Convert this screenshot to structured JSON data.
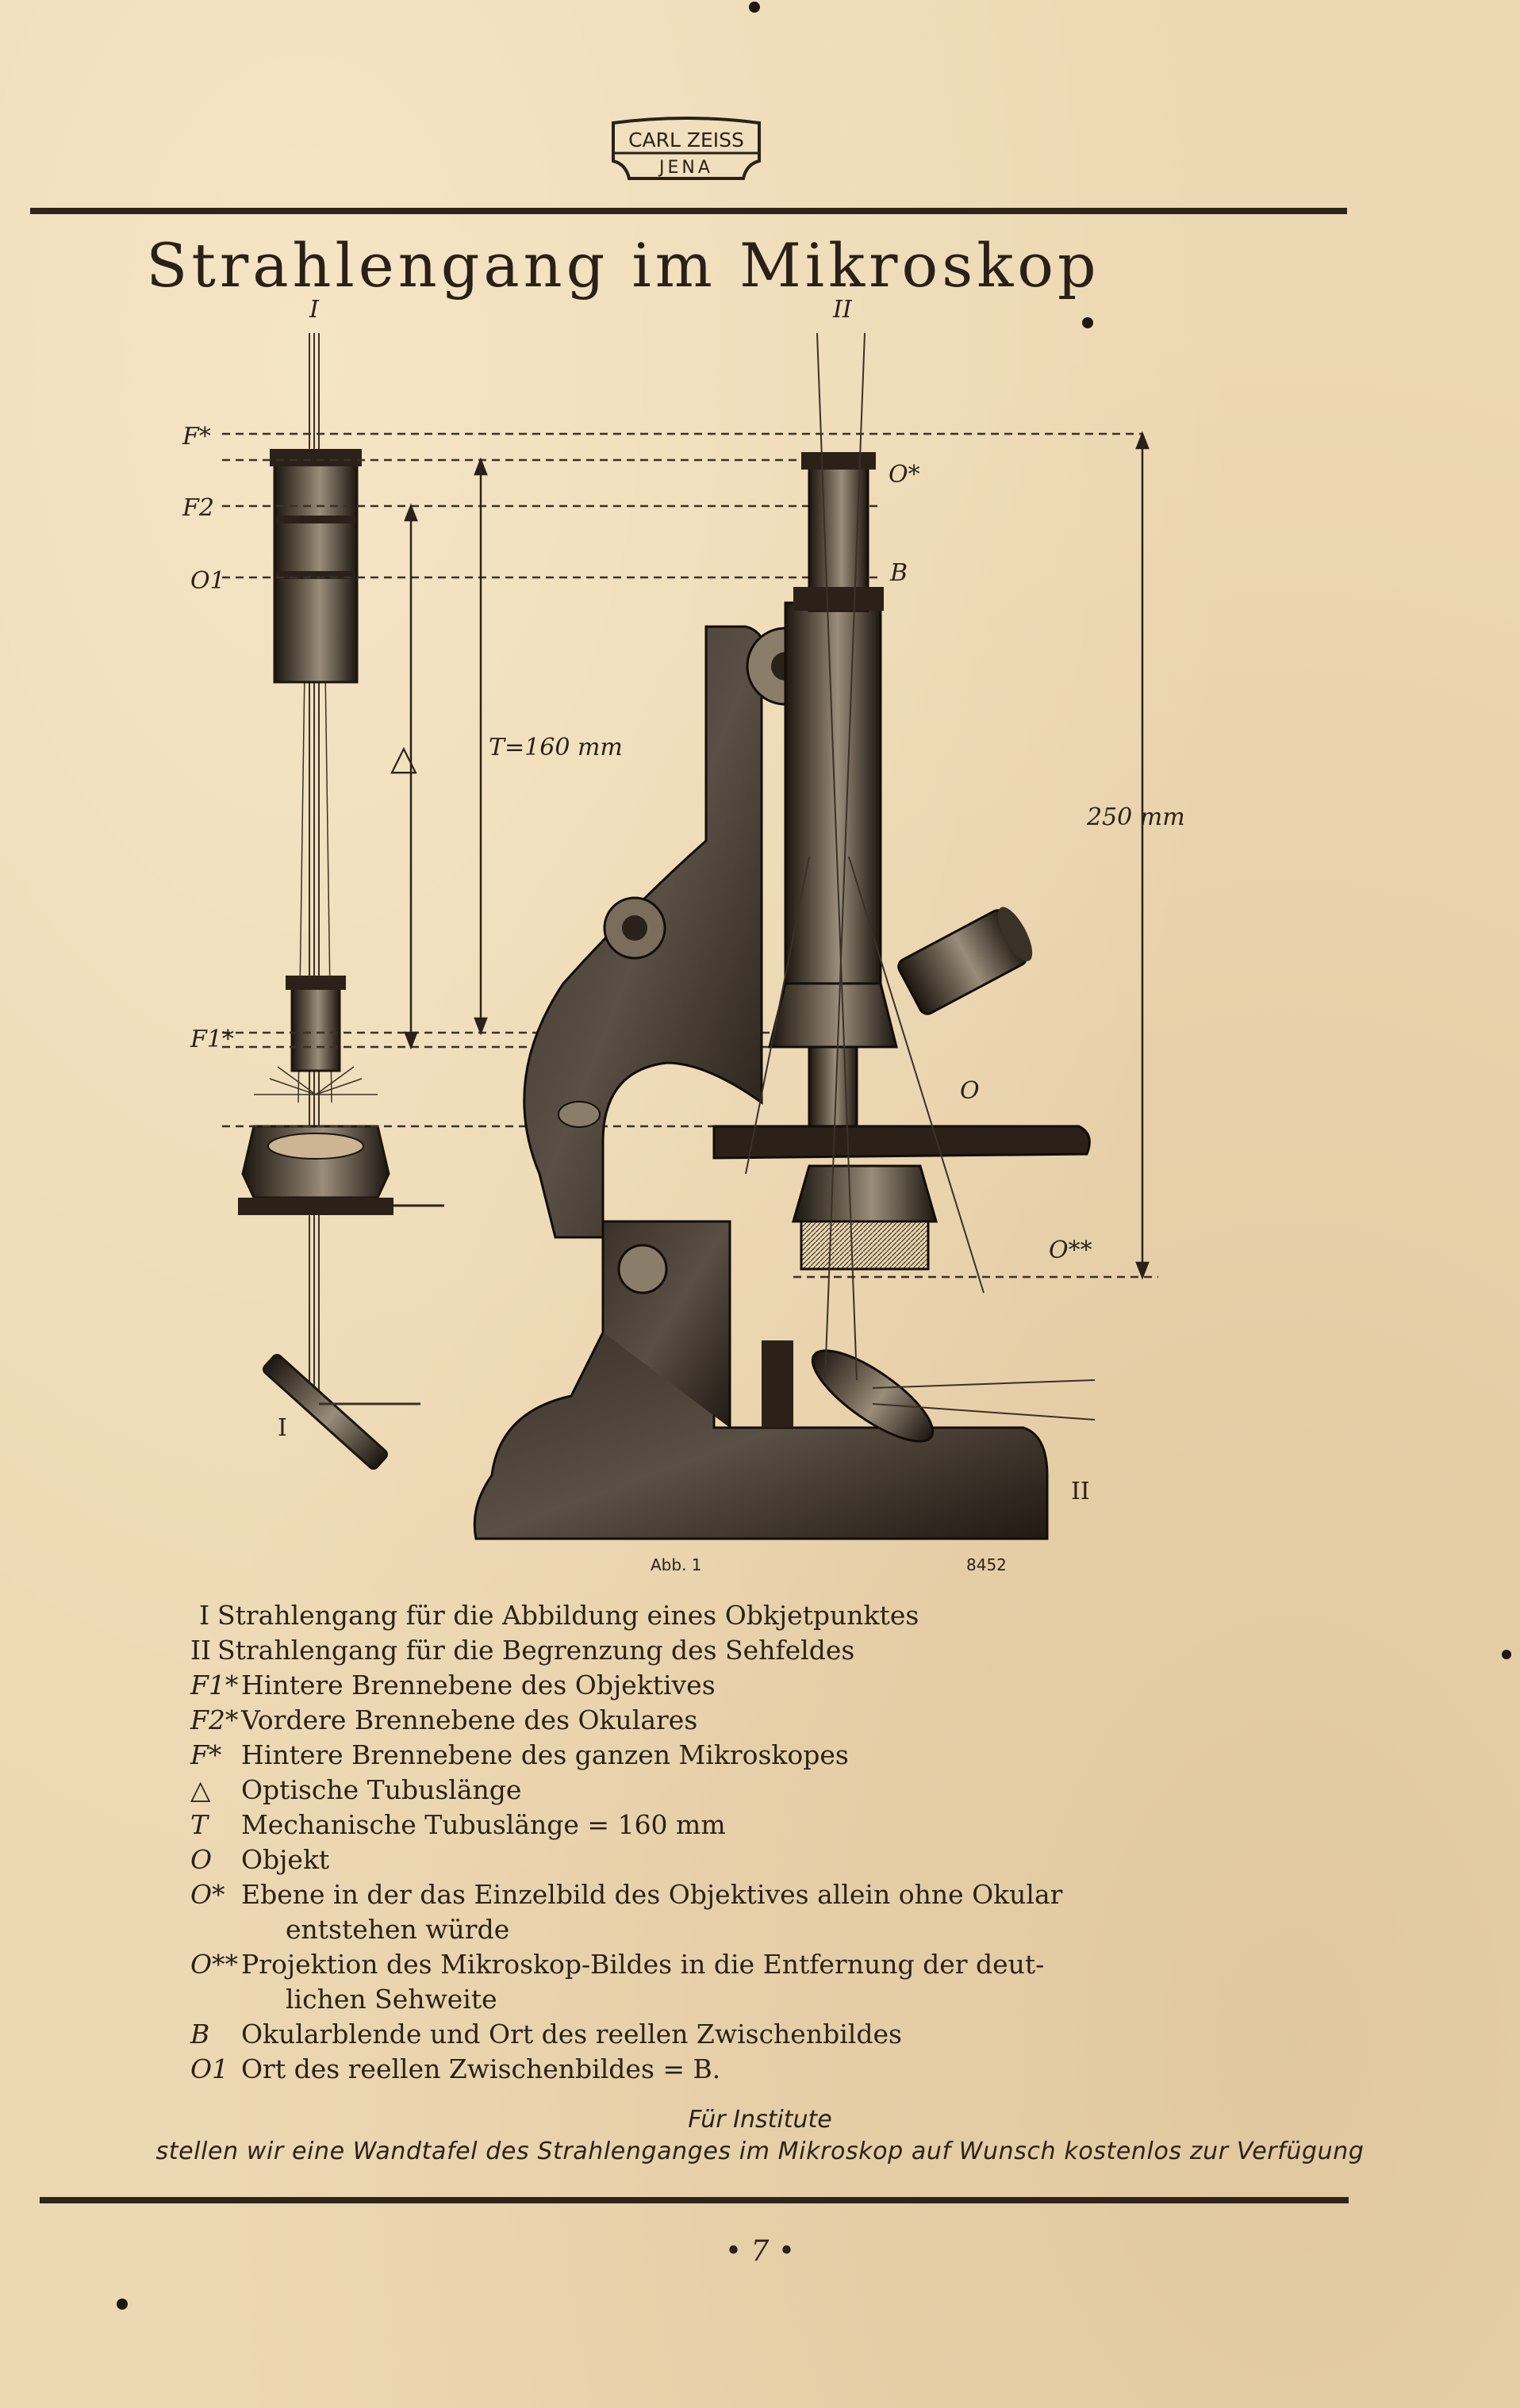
{
  "logo": {
    "line1": "CARL ZEISS",
    "line2": "JENA"
  },
  "title": "Strahlengang im Mikroskop",
  "figure": {
    "label_I_top": "I",
    "label_II_top": "II",
    "label_F_star": "F*",
    "label_F2": "F2",
    "label_O1": "O1",
    "label_O_star": "O*",
    "label_B": "B",
    "label_delta": "△",
    "label_T": "T=160 mm",
    "label_250": "250 mm",
    "label_F1": "F1*",
    "label_O": "O",
    "label_O_double": "O**",
    "label_I_mirror": "I",
    "label_II_base": "II",
    "caption_abb": "Abb. 1",
    "caption_number": "8452"
  },
  "legend": [
    {
      "symbol": "I",
      "text": "Strahlengang für die Abbildung eines Obkjetpunktes",
      "roman": true
    },
    {
      "symbol": "II",
      "text": "Strahlengang für die Begrenzung des Sehfeldes",
      "roman": true
    },
    {
      "symbol": "F1*",
      "text": "Hintere Brennebene des Objektives"
    },
    {
      "symbol": "F2*",
      "text": "Vordere Brennebene des Okulares"
    },
    {
      "symbol": "F*",
      "text": "Hintere Brennebene des ganzen Mikroskopes"
    },
    {
      "symbol": "△",
      "text": "Optische Tubuslänge"
    },
    {
      "symbol": "T",
      "text": "Mechanische Tubuslänge = 160 mm"
    },
    {
      "symbol": "O",
      "text": "Objekt"
    },
    {
      "symbol": "O*",
      "text": "Ebene in der das Einzelbild des Objektives allein ohne Okular"
    },
    {
      "symbol": "",
      "text": "entstehen würde",
      "indent": true
    },
    {
      "symbol": "O**",
      "text": "Projektion des Mikroskop-Bildes in die Entfernung der deut-"
    },
    {
      "symbol": "",
      "text": "lichen Sehweite",
      "indent": true
    },
    {
      "symbol": "B",
      "text": "Okularblende und Ort des reellen Zwischenbildes"
    },
    {
      "symbol": "O1",
      "text": "Ort des reellen Zwischenbildes = B."
    }
  ],
  "note": {
    "line1": "Für Institute",
    "line2": "stellen wir eine Wandtafel des Strahlenganges im Mikroskop auf Wunsch kostenlos zur Verfügung"
  },
  "page_number": "• 7 •"
}
